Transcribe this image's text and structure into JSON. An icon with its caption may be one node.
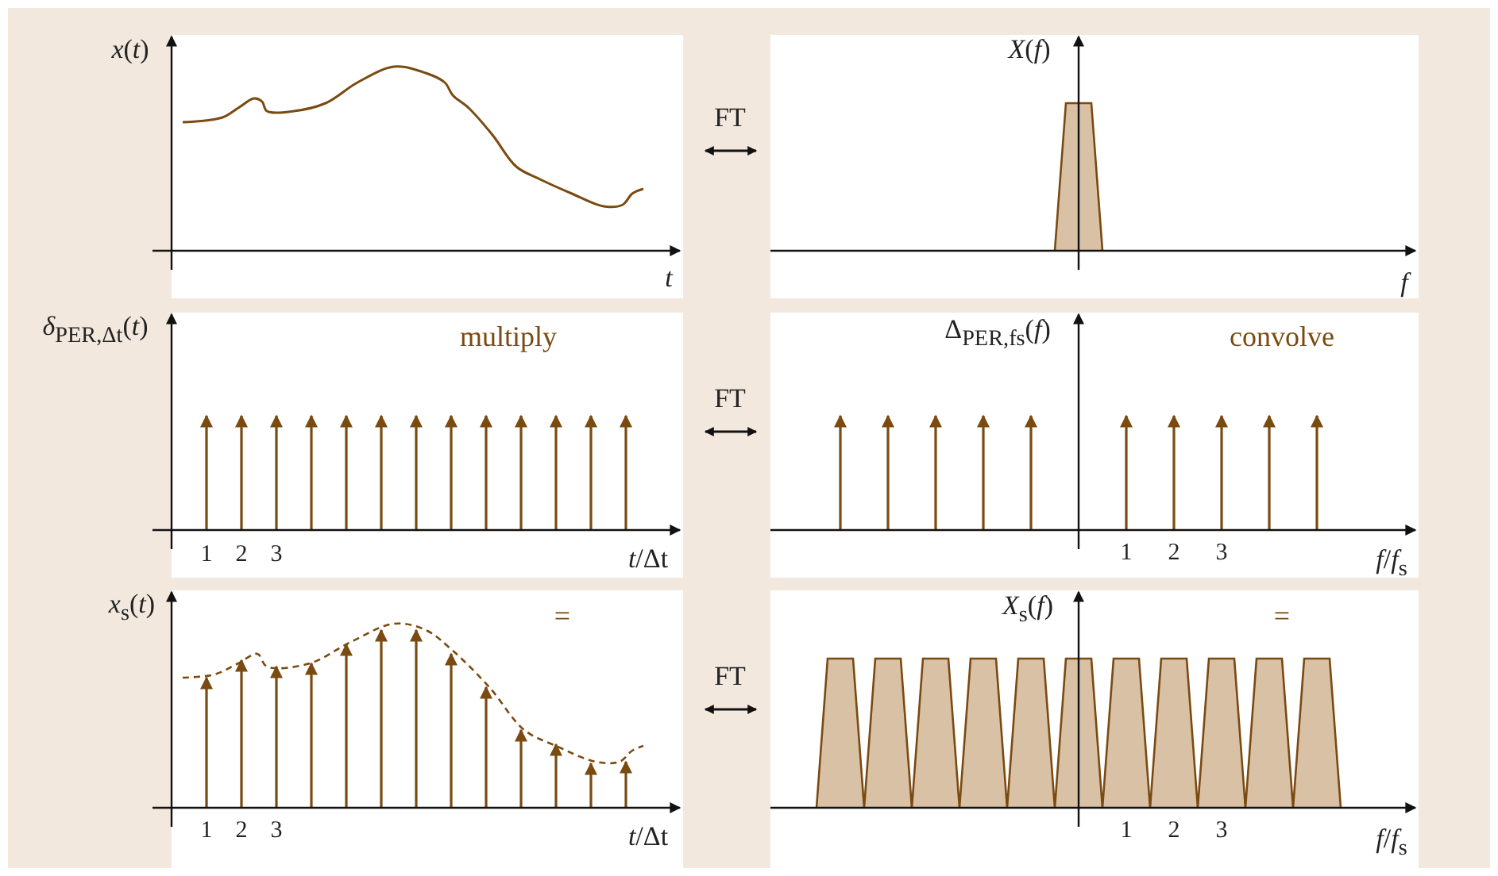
{
  "diagram": {
    "nodes": [
      {
        "text": [
          "*x*(*t*)",
          "*t*"
        ]
      },
      {
        "text": [
          "*X*(*f*)",
          "*f*"
        ]
      },
      {
        "text": [
          "*δ*$_{PER,Δt}$(*t*)",
          "multiply",
          "1",
          "2",
          "3",
          "*t*/Δt"
        ]
      },
      {
        "text": [
          "Δ$_{PER,fs}$(*f*)",
          "convolve",
          "1",
          "2",
          "3",
          "*f*/*f*$_{s}$"
        ]
      },
      {
        "text": [
          "*x*$_{s}$(*t*)",
          "=",
          "1",
          "2",
          "3",
          "*t*/Δt"
        ]
      },
      {
        "text": [
          "*X*$_{s}$(*f*)",
          "=",
          "1",
          "2",
          "3",
          "*f*/*f*$_{s}$"
        ]
      }
    ],
    "edges": [
      {
        "from": 0,
        "to": 1,
        "arrow": "both",
        "label": "FT"
      },
      {
        "from": 2,
        "to": 3,
        "arrow": "both",
        "label": "FT"
      },
      {
        "from": 4,
        "to": 5,
        "arrow": "both",
        "label": "FT"
      }
    ]
  }
}
